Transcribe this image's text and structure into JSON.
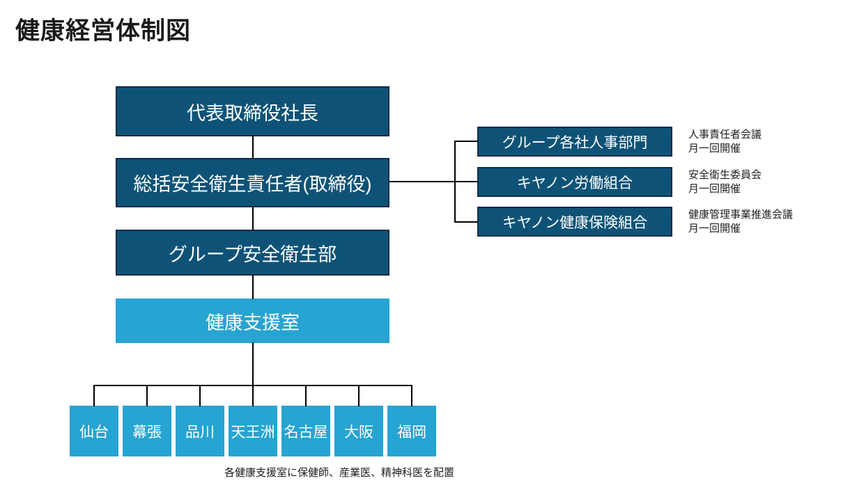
{
  "title": "健康経営体制図",
  "colors": {
    "dark_box": "#0E5377",
    "dark_border": "#0D2B4B",
    "light_box": "#26A4D2",
    "line": "#000000",
    "text_dark": "#1A1A1A"
  },
  "main_chain": [
    {
      "label": "代表取締役社長"
    },
    {
      "label": "総括安全衛生責任者(取締役)"
    },
    {
      "label": "グループ安全衛生部"
    },
    {
      "label": "健康支援室"
    }
  ],
  "related_orgs": [
    {
      "label": "グループ各社人事部門",
      "meeting": "人事責任者会議",
      "frequency": "月一回開催"
    },
    {
      "label": "キヤノン労働組合",
      "meeting": "安全衛生委員会",
      "frequency": "月一回開催"
    },
    {
      "label": "キヤノン健康保険組合",
      "meeting": "健康管理事業推進会議",
      "frequency": "月一回開催"
    }
  ],
  "branches": [
    "仙台",
    "幕張",
    "品川",
    "天王洲",
    "名古屋",
    "大阪",
    "福岡"
  ],
  "footnote": "各健康支援室に保健師、産業医、精神科医を配置"
}
